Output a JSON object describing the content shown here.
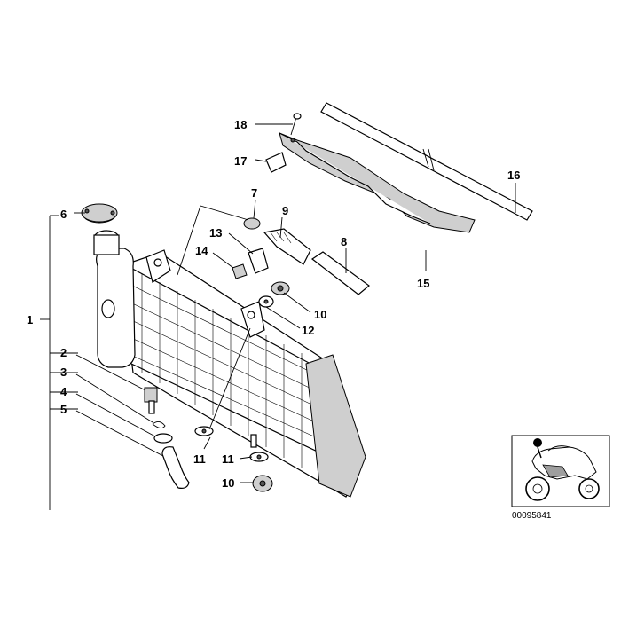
{
  "callouts": {
    "c1": "1",
    "c2": "2",
    "c3": "3",
    "c4": "4",
    "c5": "5",
    "c6": "6",
    "c7": "7",
    "c8": "8",
    "c9": "9",
    "c10a": "10",
    "c10b": "10",
    "c11a": "11",
    "c11b": "11",
    "c12": "12",
    "c13": "13",
    "c14": "14",
    "c15": "15",
    "c16": "16",
    "c17": "17",
    "c18": "18"
  },
  "inset": {
    "reference_number": "00095841"
  }
}
